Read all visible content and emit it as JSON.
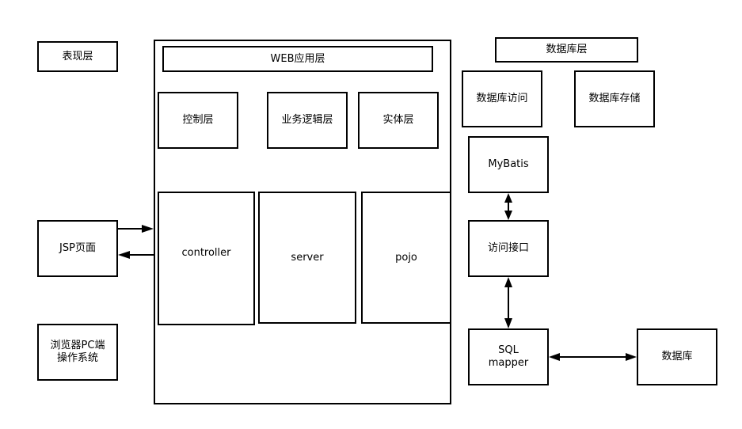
{
  "presentation": {
    "layer_label": "表现层",
    "jsp_label": "JSP页面",
    "client_line1": "浏览器PC端",
    "client_line2": "操作系统"
  },
  "web": {
    "title": "WEB应用层",
    "control_layer": "控制层",
    "business_layer": "业务逻辑层",
    "entity_layer": "实体层",
    "controller": "controller",
    "server": "server",
    "pojo": "pojo"
  },
  "database": {
    "layer_label": "数据库层",
    "access": "数据库访问",
    "storage": "数据库存储",
    "mybatis": "MyBatis",
    "access_interface": "访问接口",
    "sql_line1": "SQL",
    "sql_line2": "mapper",
    "database": "数据库"
  }
}
